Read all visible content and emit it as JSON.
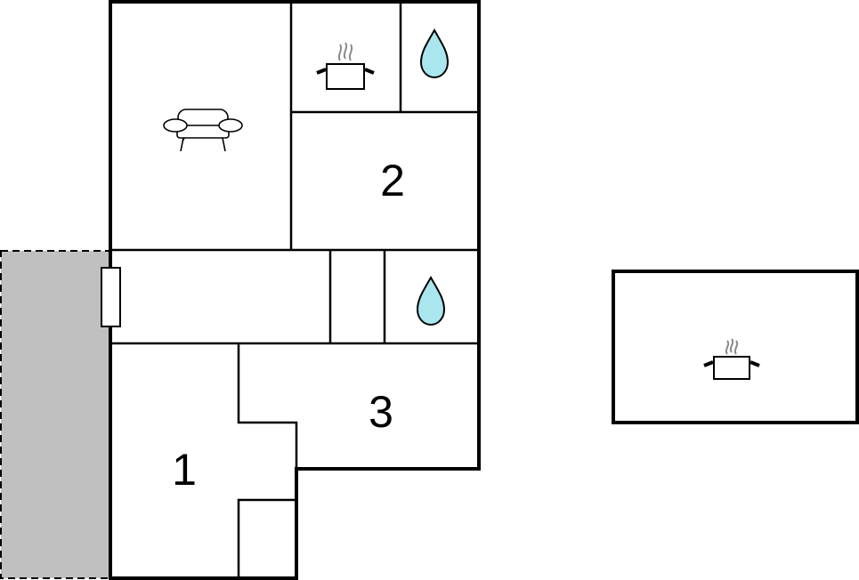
{
  "floor_plan": {
    "rooms": [
      {
        "id": "living-room",
        "icon": "sofa-icon"
      },
      {
        "id": "kitchen",
        "icon": "cooking-pot-icon"
      },
      {
        "id": "bathroom-upper",
        "icon": "water-drop-icon"
      },
      {
        "id": "bedroom-2",
        "label": "2"
      },
      {
        "id": "hallway"
      },
      {
        "id": "storage"
      },
      {
        "id": "bathroom-lower",
        "icon": "water-drop-icon"
      },
      {
        "id": "bedroom-3",
        "label": "3"
      },
      {
        "id": "bedroom-1",
        "label": "1"
      },
      {
        "id": "closet"
      }
    ],
    "terrace": {
      "style": "dashed",
      "fill": "#c0c0c0"
    },
    "annex": {
      "icon": "cooking-pot-icon"
    },
    "colors": {
      "wall": "#000000",
      "water": "#a9e6ee",
      "steam": "#8a8a8a",
      "terrace": "#c0c0c0"
    }
  }
}
